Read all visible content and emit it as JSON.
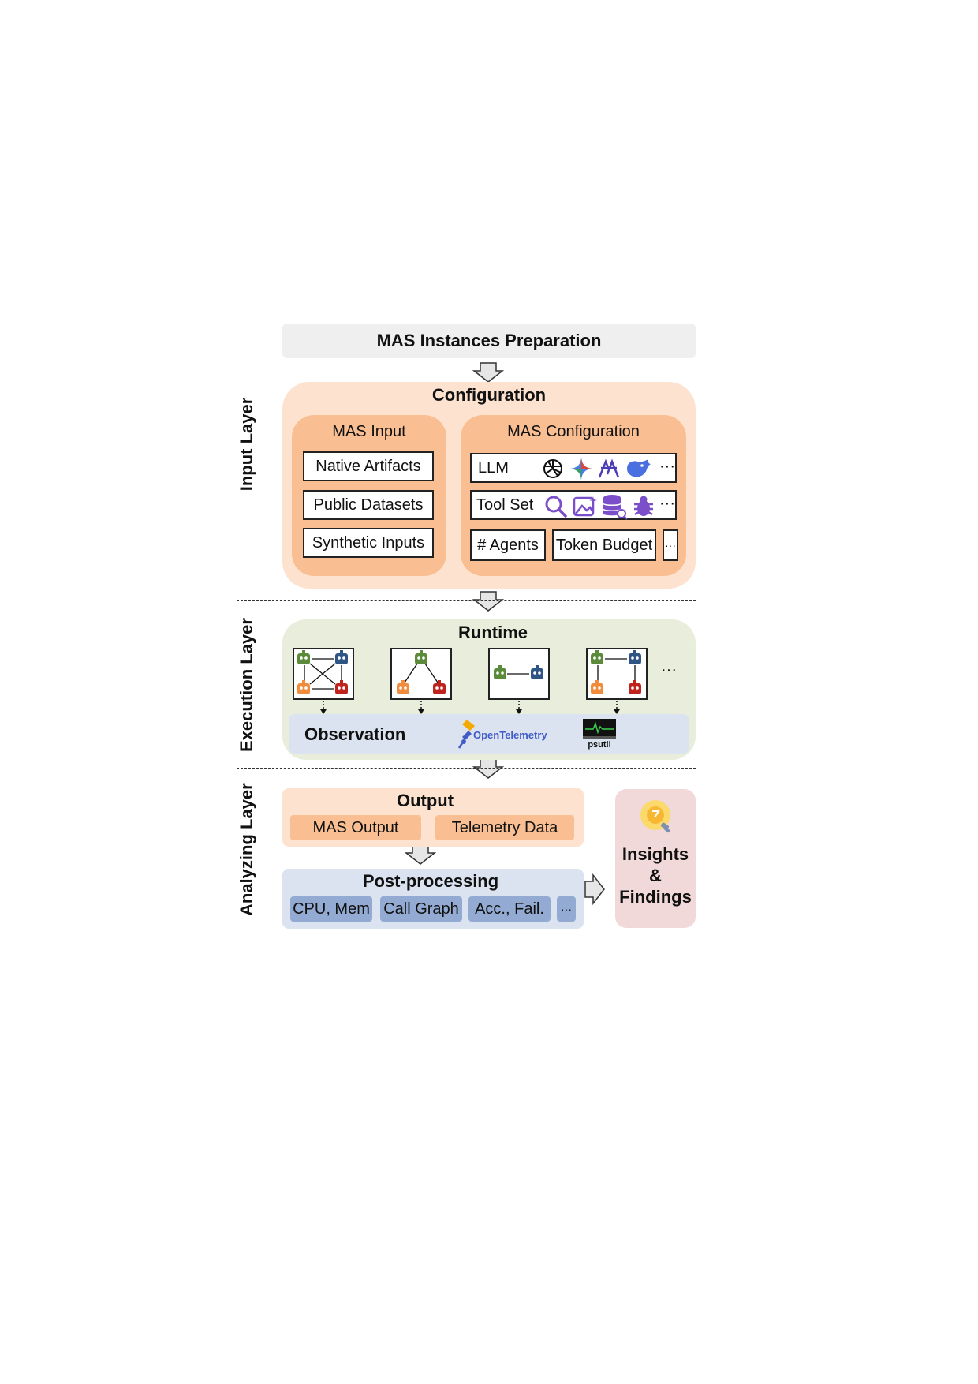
{
  "top": {
    "title": "MAS Instances Preparation"
  },
  "layers": {
    "input": "Input Layer",
    "execution": "Execution Layer",
    "analyzing": "Analyzing Layer"
  },
  "configuration": {
    "title": "Configuration",
    "mas_input": {
      "title": "MAS Input",
      "items": [
        "Native Artifacts",
        "Public Datasets",
        "Synthetic Inputs"
      ]
    },
    "mas_configuration": {
      "title": "MAS Configuration",
      "llm": {
        "label": "LLM",
        "more": "···",
        "icons": [
          "openai-icon",
          "gemini-icon",
          "anthropic-icon",
          "deepseek-icon"
        ]
      },
      "toolset": {
        "label": "Tool Set",
        "more": "···",
        "icons": [
          "search-icon",
          "image-icon",
          "database-icon",
          "bug-icon"
        ]
      },
      "agents": "# Agents",
      "token_budget": "Token Budget",
      "more": "···"
    }
  },
  "runtime": {
    "title": "Runtime",
    "more": "···"
  },
  "observation": {
    "title": "Observation",
    "otel": "OpenTelemetry",
    "psutil": "psutil"
  },
  "output": {
    "title": "Output",
    "items": [
      "MAS Output",
      "Telemetry Data"
    ]
  },
  "postprocessing": {
    "title": "Post-processing",
    "items": [
      "CPU, Mem",
      "Call Graph",
      "Acc., Fail.",
      "···"
    ]
  },
  "insights": {
    "line1": "Insights",
    "line2": "&",
    "line3": "Findings"
  },
  "colors": {
    "orange_light": "#fde3cf",
    "orange_mid": "#f9bf93",
    "green_light": "#e8eedb",
    "blue_light": "#dae3ef",
    "blue_chip": "#93abd2",
    "pink": "#f2d9d9",
    "agent_green": "#5b8a3a",
    "agent_blue": "#2f5585",
    "agent_orange": "#f08c3c",
    "agent_red": "#c0231e"
  }
}
